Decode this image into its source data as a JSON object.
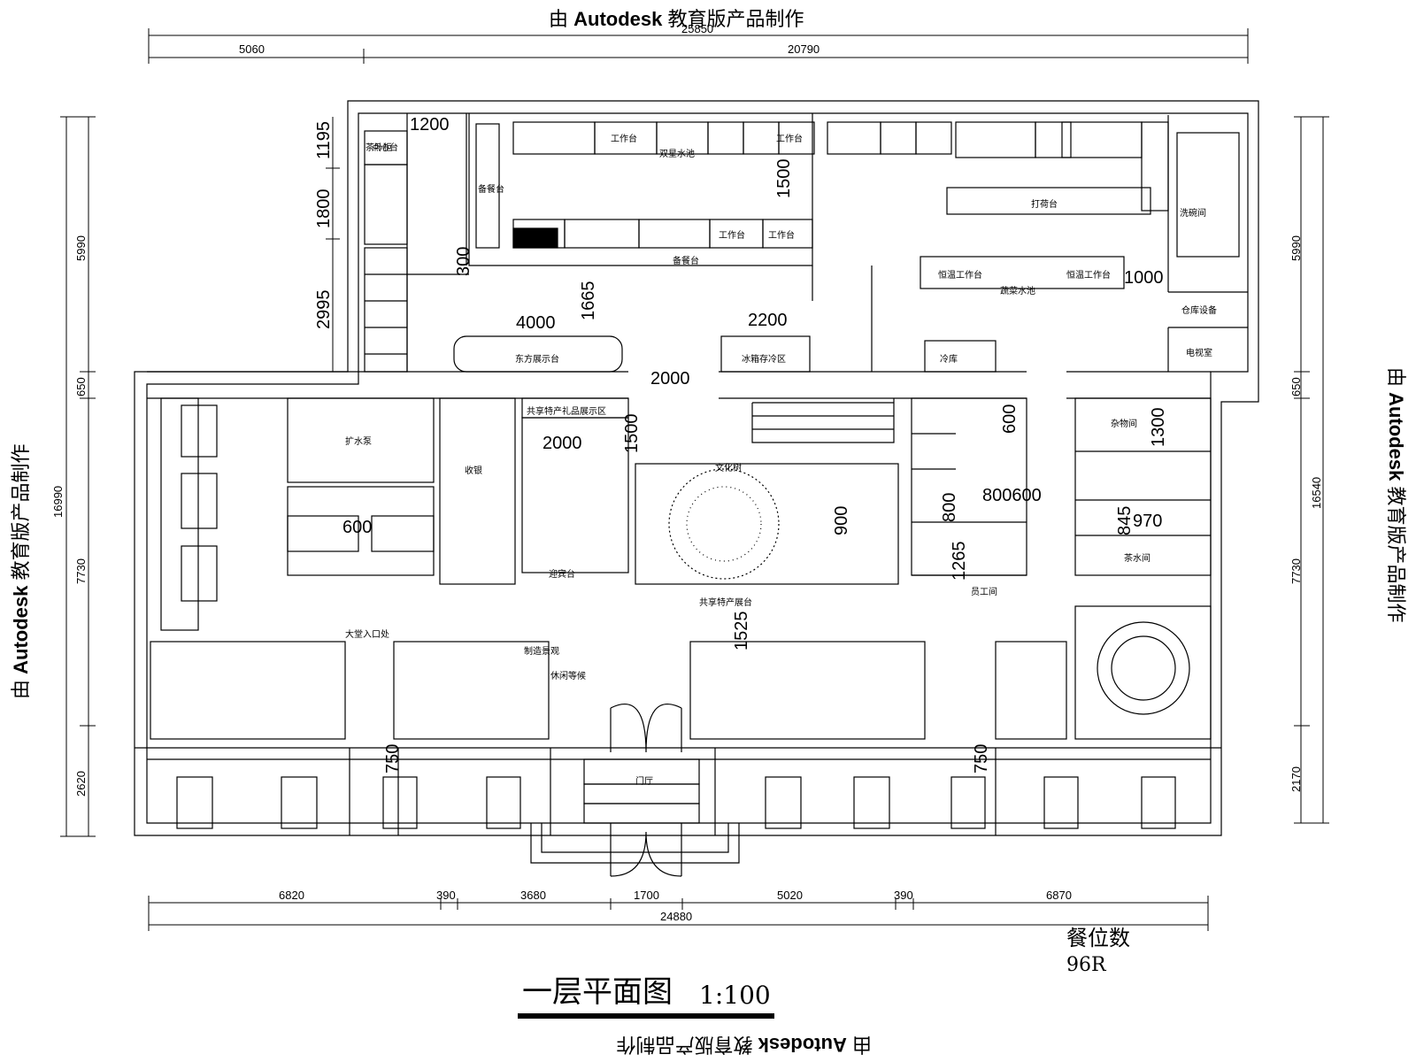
{
  "watermark": {
    "prefix": "由 ",
    "brand": "Autodesk",
    "suffix": " 教育版产品制作"
  },
  "top_dims": {
    "total": "25850",
    "left": "5060",
    "right": "20790"
  },
  "bottom_dims": {
    "segments": [
      "6820",
      "390",
      "3680",
      "1700",
      "5020",
      "390",
      "6870"
    ],
    "total": "24880"
  },
  "left_dims": {
    "a": "5990",
    "b": "650",
    "c": "7730",
    "d": "2620",
    "total": "16990"
  },
  "right_dims": {
    "a": "5990",
    "b": "650",
    "c": "7730",
    "d": "2170",
    "total": "16540"
  },
  "inner_dims": {
    "d1200": "1200",
    "d1195": "1195",
    "d1800": "1800",
    "d2995": "2995",
    "d300": "300",
    "d1665": "1665",
    "d4000": "4000",
    "d2200": "2200",
    "d1500a": "1500",
    "d1500b": "1500",
    "d2000a": "2000",
    "d2000b": "2000",
    "d1000": "1000",
    "d600a": "600",
    "d600b": "600",
    "d800600": "800600",
    "d800": "800",
    "d1265": "1265",
    "d1300": "1300",
    "d845": "845",
    "d970": "970",
    "d1525": "1525",
    "d750a": "750",
    "d750b": "750",
    "d900": "900"
  },
  "rooms": {
    "kitchen_work1": "工作台",
    "kitchen_work2": "工作台",
    "kitchen_work3": "工作台",
    "kitchen_work4": "工作台",
    "pass": "备餐台",
    "pass2": "备餐台",
    "sink": "双星水池",
    "print_table": "打荷台",
    "warm_table1": "恒温工作台",
    "warm_table2": "恒温工作台",
    "veg_sink": "蔬菜水池",
    "dish_room": "洗碗间",
    "storage": "仓库设备",
    "elec": "电视室",
    "cake": "点心台",
    "display": "东方展示台",
    "shared": "冰箱存冷区",
    "fridge": "冷库",
    "gift": "共享特产礼品展示区",
    "cashier": "收银",
    "welcome": "迎宾台",
    "shrine": "扩水泵",
    "tree": "文化树",
    "product": "共享特产展台",
    "lounge": "休闲等候",
    "landscape": "制造景观",
    "entrance": "门厅",
    "staff": "员工间",
    "tea": "茶水间",
    "wash": "杂物间",
    "front": "茶叶柜",
    "seat_note": "大堂入口处"
  },
  "title": {
    "main": "一层平面图",
    "scale": "1:100"
  },
  "seats": {
    "label": "餐位数",
    "value": "96R"
  }
}
